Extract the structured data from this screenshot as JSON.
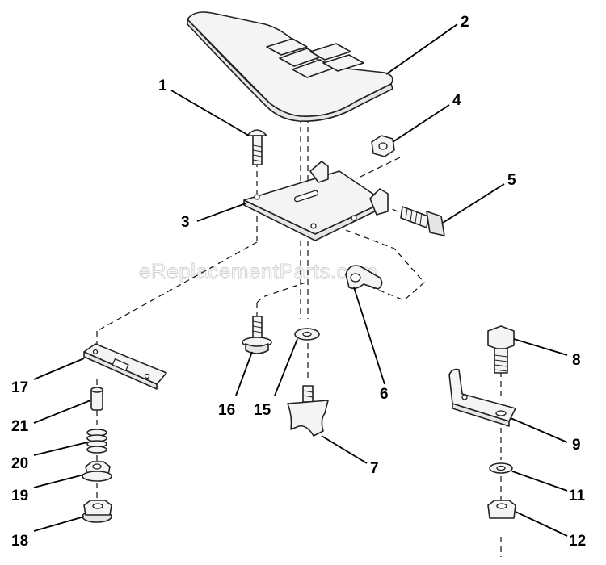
{
  "watermark": "eReplacementParts.com",
  "callouts": [
    "1",
    "2",
    "3",
    "4",
    "5",
    "6",
    "7",
    "8",
    "9",
    "11",
    "12",
    "15",
    "16",
    "17",
    "18",
    "19",
    "20",
    "21"
  ]
}
